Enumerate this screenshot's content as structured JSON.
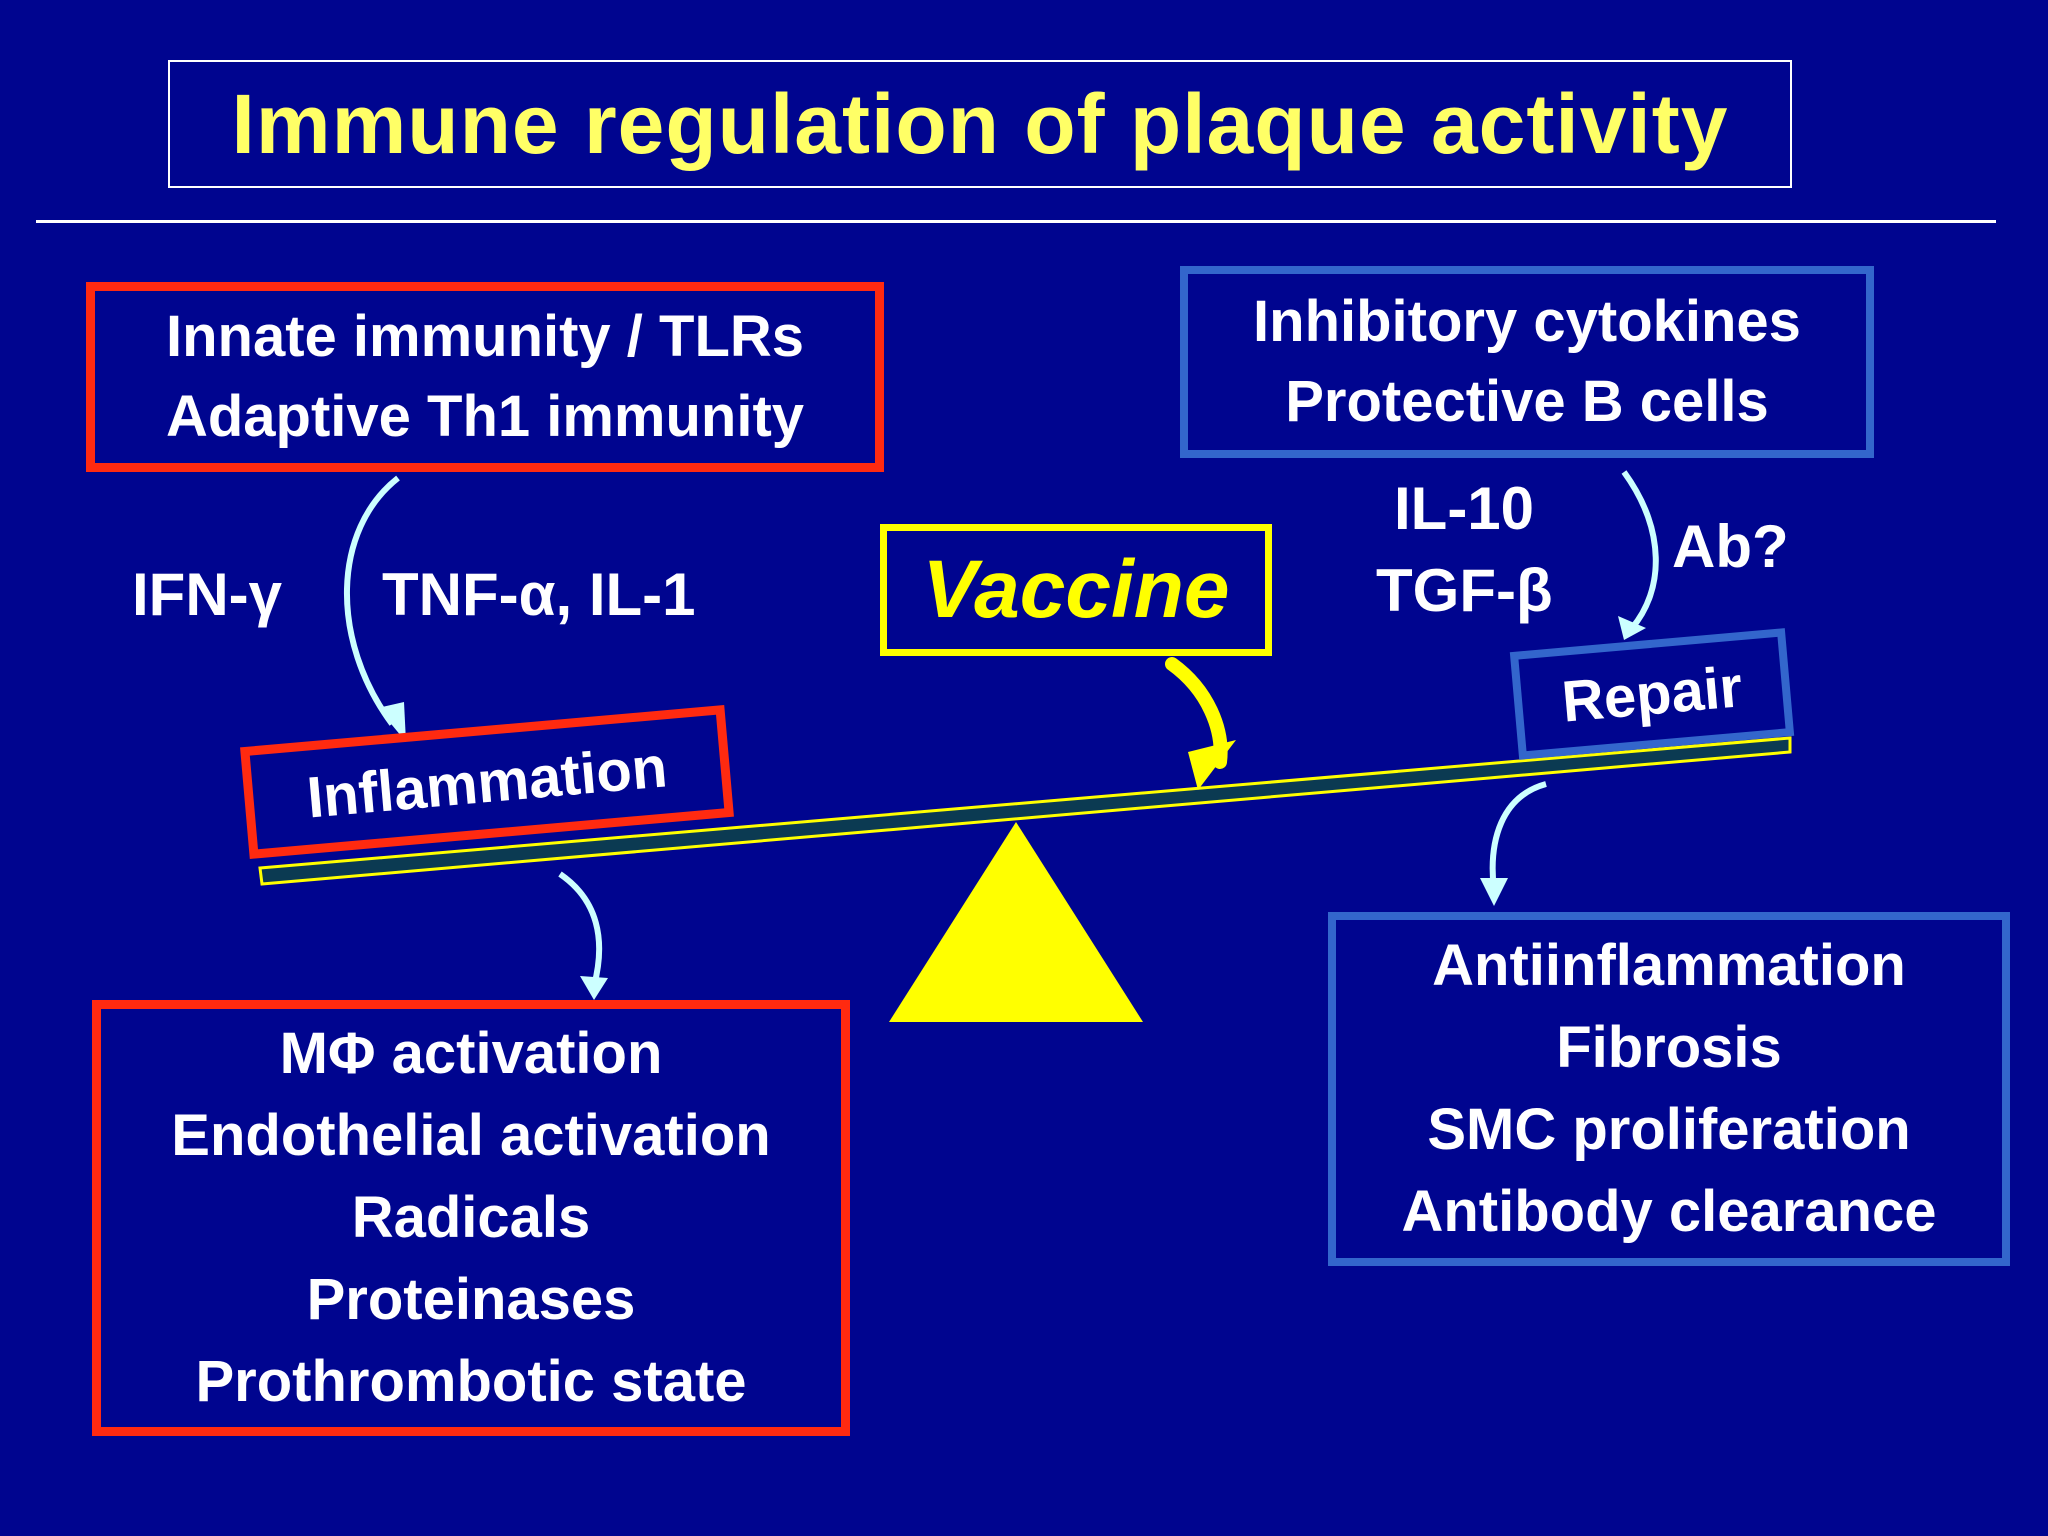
{
  "title": "Immune regulation of plaque activity",
  "left_top_box": {
    "lines": [
      "Innate immunity / TLRs",
      "Adaptive Th1 immunity"
    ]
  },
  "right_top_box": {
    "lines": [
      "Inhibitory cytokines",
      "Protective B cells"
    ]
  },
  "left_labels": {
    "ifn": "IFN-γ",
    "tnf": "TNF-α, IL-1"
  },
  "right_labels": {
    "il10": "IL-10",
    "tgf": "TGF-β",
    "ab": "Ab?"
  },
  "vaccine": "Vaccine",
  "inflammation": "Inflammation",
  "repair": "Repair",
  "left_bottom_box": {
    "lines": [
      "MΦ activation",
      "Endothelial activation",
      "Radicals",
      "Proteinases",
      "Prothrombotic state"
    ]
  },
  "right_bottom_box": {
    "lines": [
      "Antiinflammation",
      "Fibrosis",
      "SMC proliferation",
      "Antibody clearance"
    ]
  },
  "colors": {
    "background": "#00058f",
    "title": "#ffff66",
    "red": "#ff2a10",
    "blue": "#3366cc",
    "yellow": "#ffff00",
    "arrow": "#ccffff"
  }
}
